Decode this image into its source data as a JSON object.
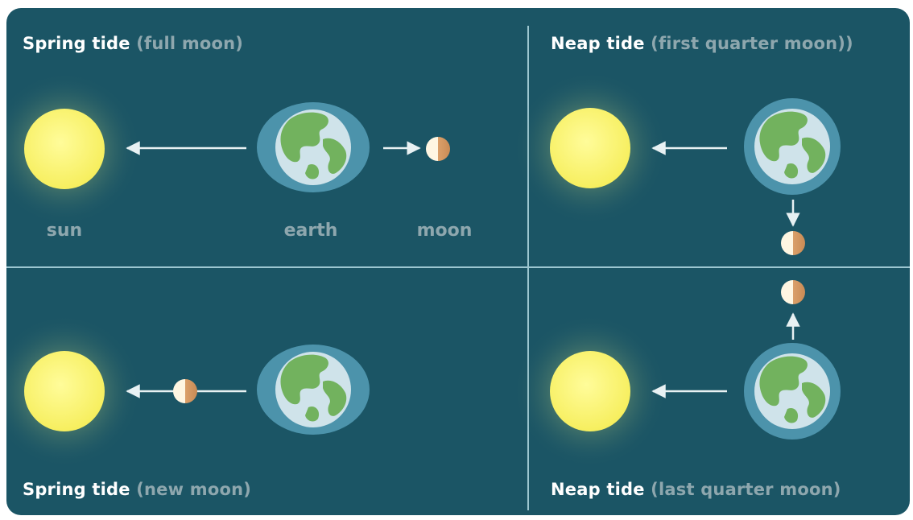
{
  "panels": {
    "top_left": {
      "title": "Spring tide",
      "subtitle": "(full moon)"
    },
    "top_right": {
      "title": "Neap tide",
      "subtitle": "(first quarter moon))"
    },
    "bottom_left": {
      "title": "Spring tide",
      "subtitle": "(new moon)"
    },
    "bottom_right": {
      "title": "Neap tide",
      "subtitle": "(last quarter moon)"
    }
  },
  "labels": {
    "sun": "sun",
    "earth": "earth",
    "moon": "moon"
  },
  "colors": {
    "background": "#1b5565",
    "divider": "#9cc6d0",
    "sun": "#fdf57a",
    "ocean": "#cfe3ea",
    "land": "#72b25e",
    "tidal_bulge": "#4c93ab",
    "arrow": "#e8f1f3",
    "moon_light": "#fff3dd",
    "moon_dark": "#d9a670",
    "title_text": "#ffffff",
    "subtitle_text": "#8ea7ae"
  }
}
